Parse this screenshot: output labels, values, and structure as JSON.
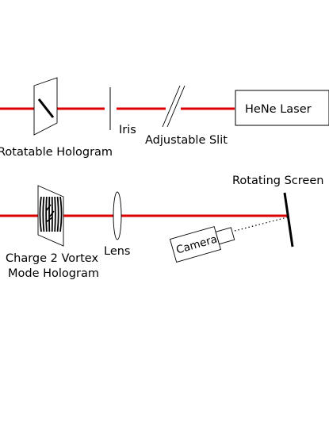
{
  "labels": {
    "hene_laser": "HeNe Laser",
    "iris": "Iris",
    "adjustable_slit": "Adjustable Slit",
    "rotatable_hologram": "Rotatable Hologram",
    "rotating_screen": "Rotating Screen",
    "charge2_line1": "Charge 2 Vortex",
    "charge2_line2": "Mode Hologram",
    "lens": "Lens",
    "camera": "Camera"
  },
  "colors": {
    "beam": "#dd0000",
    "ink": "#000000",
    "background": "#ffffff"
  }
}
